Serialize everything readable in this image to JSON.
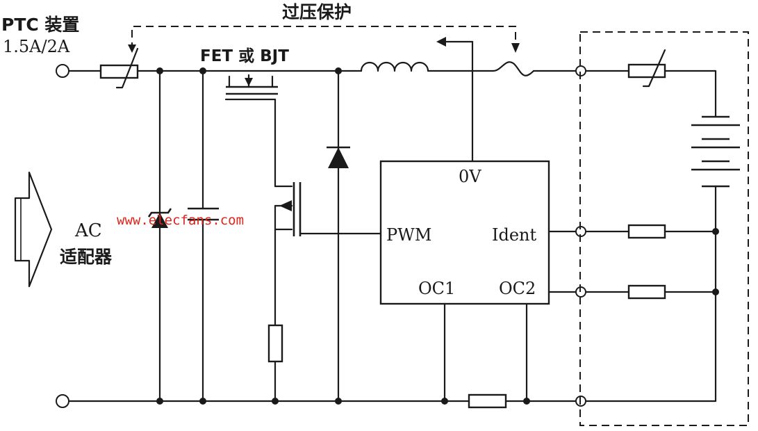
{
  "labels": {
    "ptc_device": "PTC 装置",
    "ptc_rating": "1.5A/2A",
    "transistor": "FET 或 BJT",
    "overvoltage": "过压保护",
    "ac": "AC",
    "adapter": "适配器",
    "pin_0v": "0V",
    "pin_pwm": "PWM",
    "pin_ident": "Ident",
    "pin_oc1": "OC1",
    "pin_oc2": "OC2",
    "watermark": "www.elecfans.com"
  }
}
